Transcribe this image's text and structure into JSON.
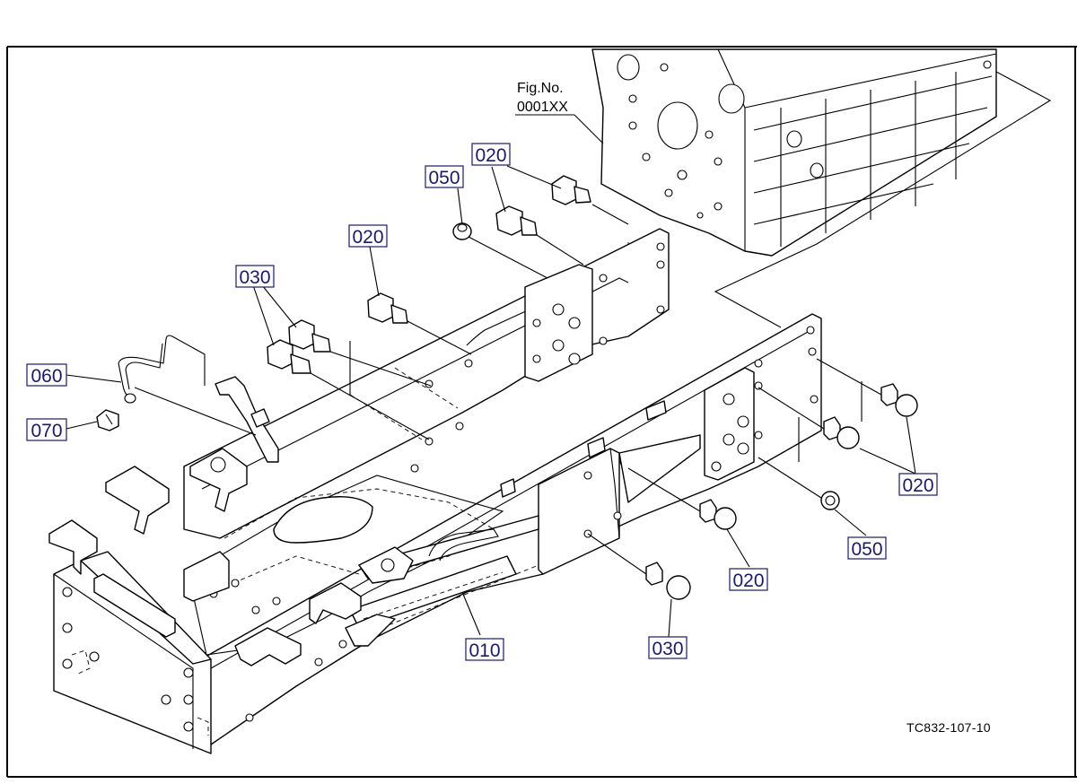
{
  "figure": {
    "fig_label_line1": "Fig.No.",
    "fig_label_line2": "0001XX",
    "drawing_code": "TC832-107-10"
  },
  "callouts": [
    {
      "id": "c1",
      "text": "020"
    },
    {
      "id": "c2",
      "text": "050"
    },
    {
      "id": "c3",
      "text": "020"
    },
    {
      "id": "c4",
      "text": "030"
    },
    {
      "id": "c5",
      "text": "060"
    },
    {
      "id": "c6",
      "text": "070"
    },
    {
      "id": "c7",
      "text": "020"
    },
    {
      "id": "c8",
      "text": "050"
    },
    {
      "id": "c9",
      "text": "020"
    },
    {
      "id": "c10",
      "text": "010"
    },
    {
      "id": "c11",
      "text": "030"
    }
  ]
}
